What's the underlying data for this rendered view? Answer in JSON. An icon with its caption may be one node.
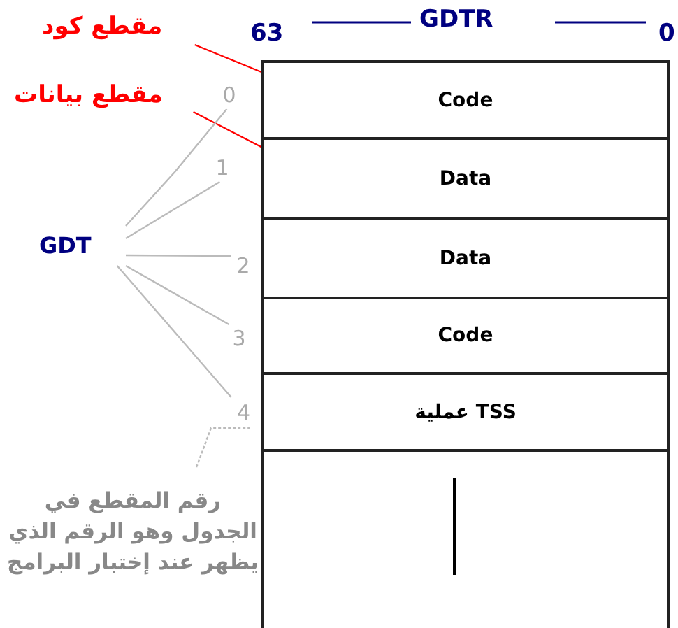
{
  "diagram": {
    "nodes": [
      {
        "text": [
          "Code"
        ]
      },
      {
        "text": [
          "Data"
        ]
      },
      {
        "text": [
          "Data"
        ]
      },
      {
        "text": [
          "Code"
        ]
      },
      {
        "text": [
          "عملية TSS"
        ]
      },
      {
        "text": [],
        "shape": "box"
      },
      {
        "text": [
          "مقطع كود"
        ]
      },
      {
        "text": [
          "مقطع بيانات"
        ]
      },
      {
        "text": [
          "GDT"
        ]
      },
      {
        "text": [
          "0"
        ]
      },
      {
        "text": [
          "1"
        ]
      },
      {
        "text": [
          "2"
        ]
      },
      {
        "text": [
          "3"
        ]
      },
      {
        "text": [
          "4"
        ]
      },
      {
        "text": [
          "رقم المقطع في الجدول وهو الرقم الذي يظهر عند إختبار البرامج"
        ]
      }
    ],
    "edges": [
      {
        "from": 6,
        "to": 0,
        "arrow": "none",
        "color": "#ff0000"
      },
      {
        "from": 7,
        "to": 1,
        "arrow": "none",
        "color": "#ff0000"
      },
      {
        "from": 8,
        "to": 9,
        "arrow": "none"
      },
      {
        "from": 8,
        "to": 10,
        "arrow": "none"
      },
      {
        "from": 8,
        "to": 11,
        "arrow": "none"
      },
      {
        "from": 8,
        "to": 12,
        "arrow": "none"
      },
      {
        "from": 8,
        "to": 13,
        "arrow": "none"
      },
      {
        "from": 14,
        "to": 13,
        "arrow": "none",
        "style": "dashed"
      }
    ],
    "labels": [
      "63",
      "GDTR",
      "0"
    ]
  }
}
